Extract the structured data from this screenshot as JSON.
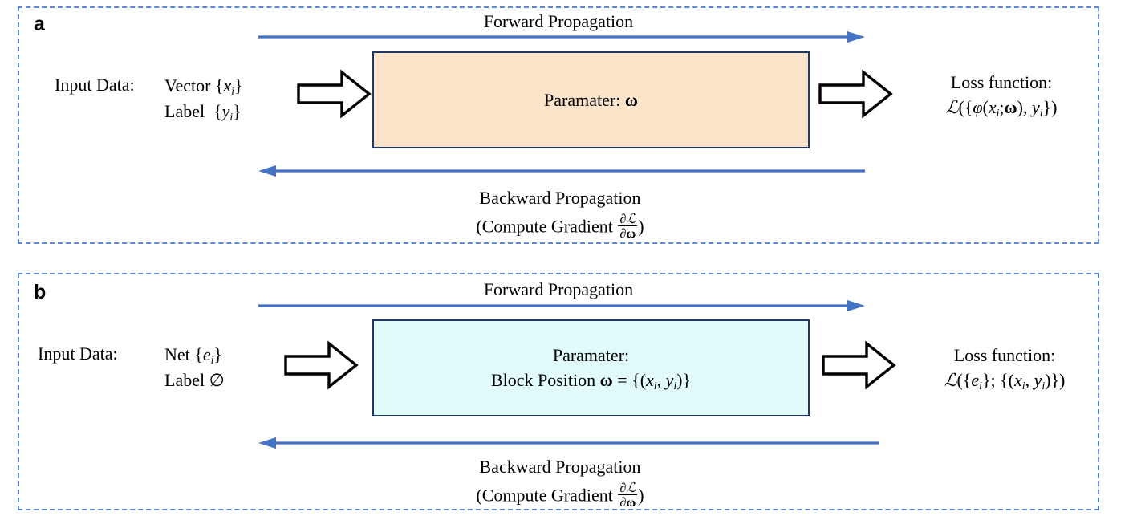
{
  "figure": {
    "type": "diagram",
    "panels": [
      {
        "letter": "a",
        "forward_label": "Forward Propagation",
        "backward_label": "Backward Propagation",
        "backward_gradient_prefix": "(Compute Gradient",
        "gradient_numerator": "∂ℒ",
        "gradient_denominator": "∂ω",
        "backward_gradient_suffix": ")",
        "input_label": "Input Data:",
        "input_lines": [
          "Vector {xᵢ}",
          "Label  {yᵢ}"
        ],
        "box_text_lines": [
          "Paramater: ω"
        ],
        "box_fill": "#fce4cb",
        "box_border": "#1f3864",
        "loss_title": "Loss function:",
        "loss_formula": "ℒ({φ(xᵢ;ω), yᵢ})"
      },
      {
        "letter": "b",
        "forward_label": "Forward Propagation",
        "backward_label": "Backward Propagation",
        "backward_gradient_prefix": "(Compute Gradient",
        "gradient_numerator": "∂ℒ",
        "gradient_denominator": "∂ω",
        "backward_gradient_suffix": ")",
        "input_label": "Input Data:",
        "input_lines": [
          "Net {eᵢ}",
          "Label ∅"
        ],
        "box_text_lines": [
          "Paramater:",
          "Block Position ω = {(xᵢ, yᵢ)}"
        ],
        "box_fill": "#e1fbfd",
        "box_border": "#1f3864",
        "loss_title": "Loss function:",
        "loss_formula": "ℒ({eᵢ}; {(xᵢ, yᵢ)})"
      }
    ],
    "colors": {
      "panel_border": "#5b88d4",
      "arrow_blue": "#4472c4",
      "block_arrow_stroke": "#000000",
      "box_border_navy": "#1f3864",
      "orange_fill": "#fce4cb",
      "cyan_fill": "#e1fbfd"
    }
  }
}
